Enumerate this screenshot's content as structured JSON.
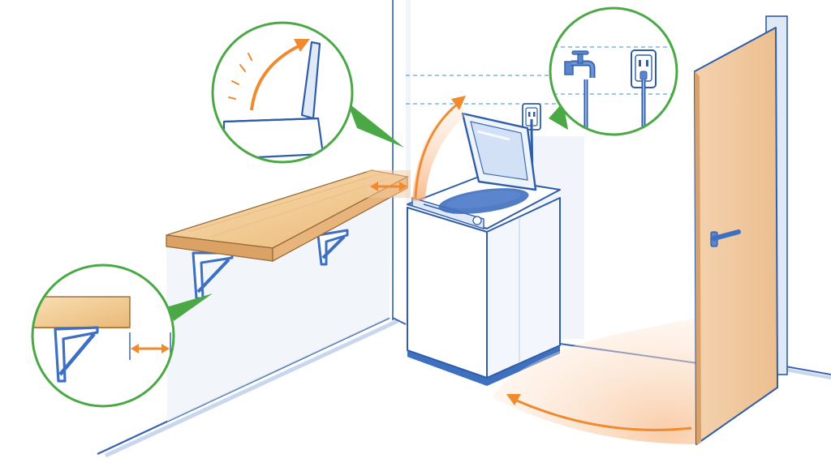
{
  "colors": {
    "wall": "#ffffff",
    "line": "#2f5da8",
    "guide_line": "#5aa9d6",
    "shadow": "#e7edf7",
    "wood_light": "#f6d8a8",
    "wood_mid": "#eec48a",
    "wood_dark": "#d9a566",
    "door": "#f1caa0",
    "door_edge": "#c98f5c",
    "accent_orange": "#f08a2e",
    "swing_fill": "#fbd7b4",
    "callout_ring": "#4aa845",
    "bracket": "#3d6fc2",
    "washer_body": "#ffffff",
    "washer_panel": "#dfe9f7",
    "washer_base": "#3f6fbf"
  },
  "icons": {
    "shelf_clearance": "double-arrow-icon",
    "lid_open": "curved-arrow-icon",
    "door_swing": "curved-arrow-icon",
    "faucet": "faucet-icon",
    "outlet": "power-outlet-icon",
    "bracket": "shelf-bracket-icon"
  },
  "diagram": {
    "elements": [
      "wall-mounted-shelf",
      "shelf-brackets",
      "top-load-washer",
      "washer-lid",
      "wall-outlet",
      "water-faucet",
      "door",
      "door-swing-arc"
    ],
    "callouts": [
      "lid-clearance-detail",
      "faucet-and-outlet-height-detail",
      "shelf-edge-clearance-detail"
    ]
  }
}
